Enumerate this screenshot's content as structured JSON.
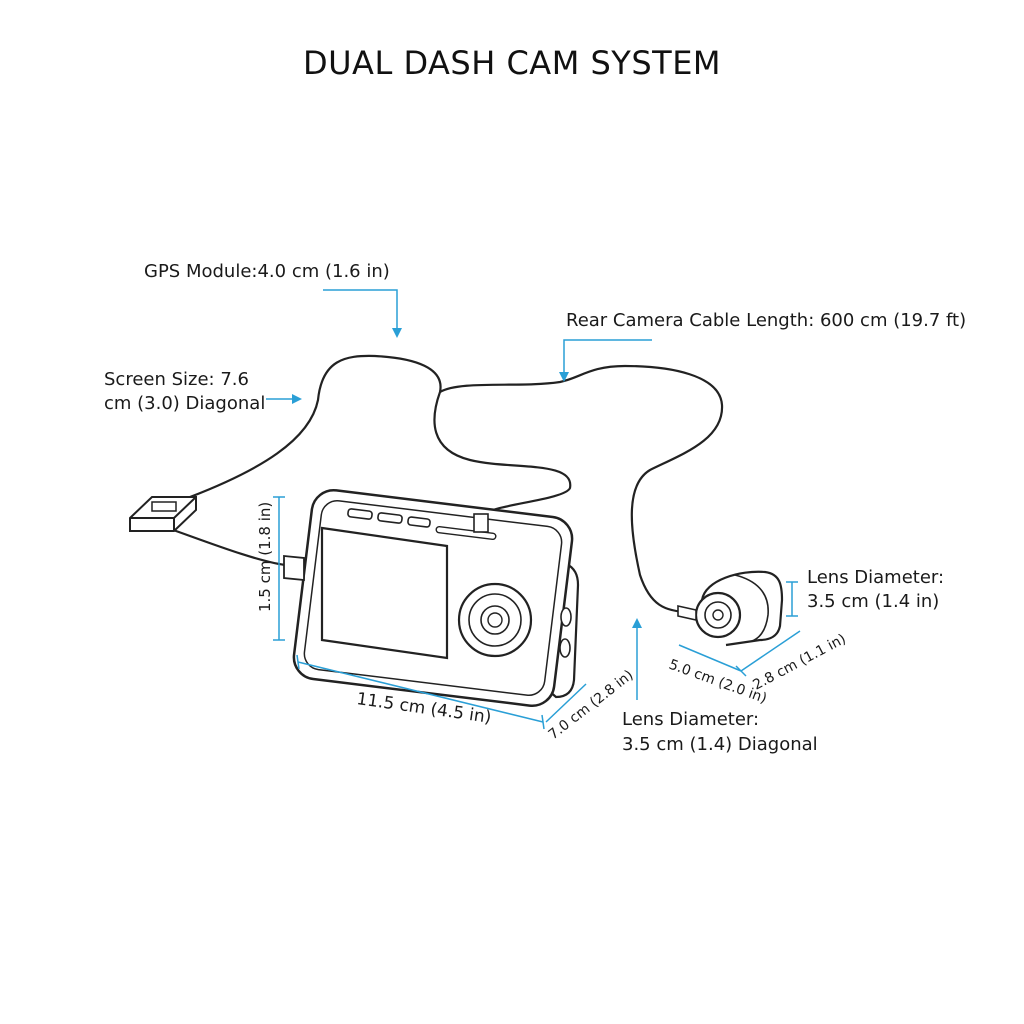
{
  "title": "DUAL DASH CAM SYSTEM",
  "callouts": {
    "gps_module": "GPS Module:4.0 cm (1.6 in)",
    "rear_cable": "Rear Camera Cable Length: 600 cm (19.7 ft)",
    "screen_size_line1": "Screen Size: 7.6",
    "screen_size_line2": "cm (3.0) Diagonal",
    "rear_lens_line1": "Lens Diameter:",
    "rear_lens_line2": "3.5 cm (1.4 in)",
    "front_lens_line1": "Lens Diameter:",
    "front_lens_line2": "3.5 cm (1.4) Diagonal"
  },
  "dimensions": {
    "main_height": "1.5 cm (1.8 in)",
    "main_width": "11.5 cm (4.5 in)",
    "main_depth": "7.0 cm (2.8 in)",
    "rear_width": "5.0 cm (2.0 in)",
    "rear_depth": "2.8 cm (1.1 in)"
  },
  "colors": {
    "accent": "#2a9fd6",
    "line": "#222222"
  }
}
